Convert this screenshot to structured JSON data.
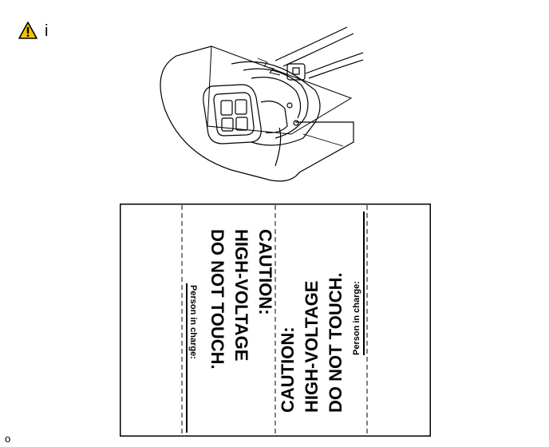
{
  "warning": {
    "icon": "warning-triangle-icon",
    "label": "i",
    "color": "#f5c400"
  },
  "label_card": {
    "caution_left": {
      "line1": "CAUTION:",
      "line2": "HIGH-VOLTAGE",
      "line3": "DO NOT TOUCH.",
      "person": "Person in charge:"
    },
    "caution_right": {
      "line1": "CAUTION:",
      "line2": "HIGH-VOLTAGE",
      "line3": "DO NOT TOUCH.",
      "person": "Person in charge:"
    }
  },
  "caption": "o"
}
